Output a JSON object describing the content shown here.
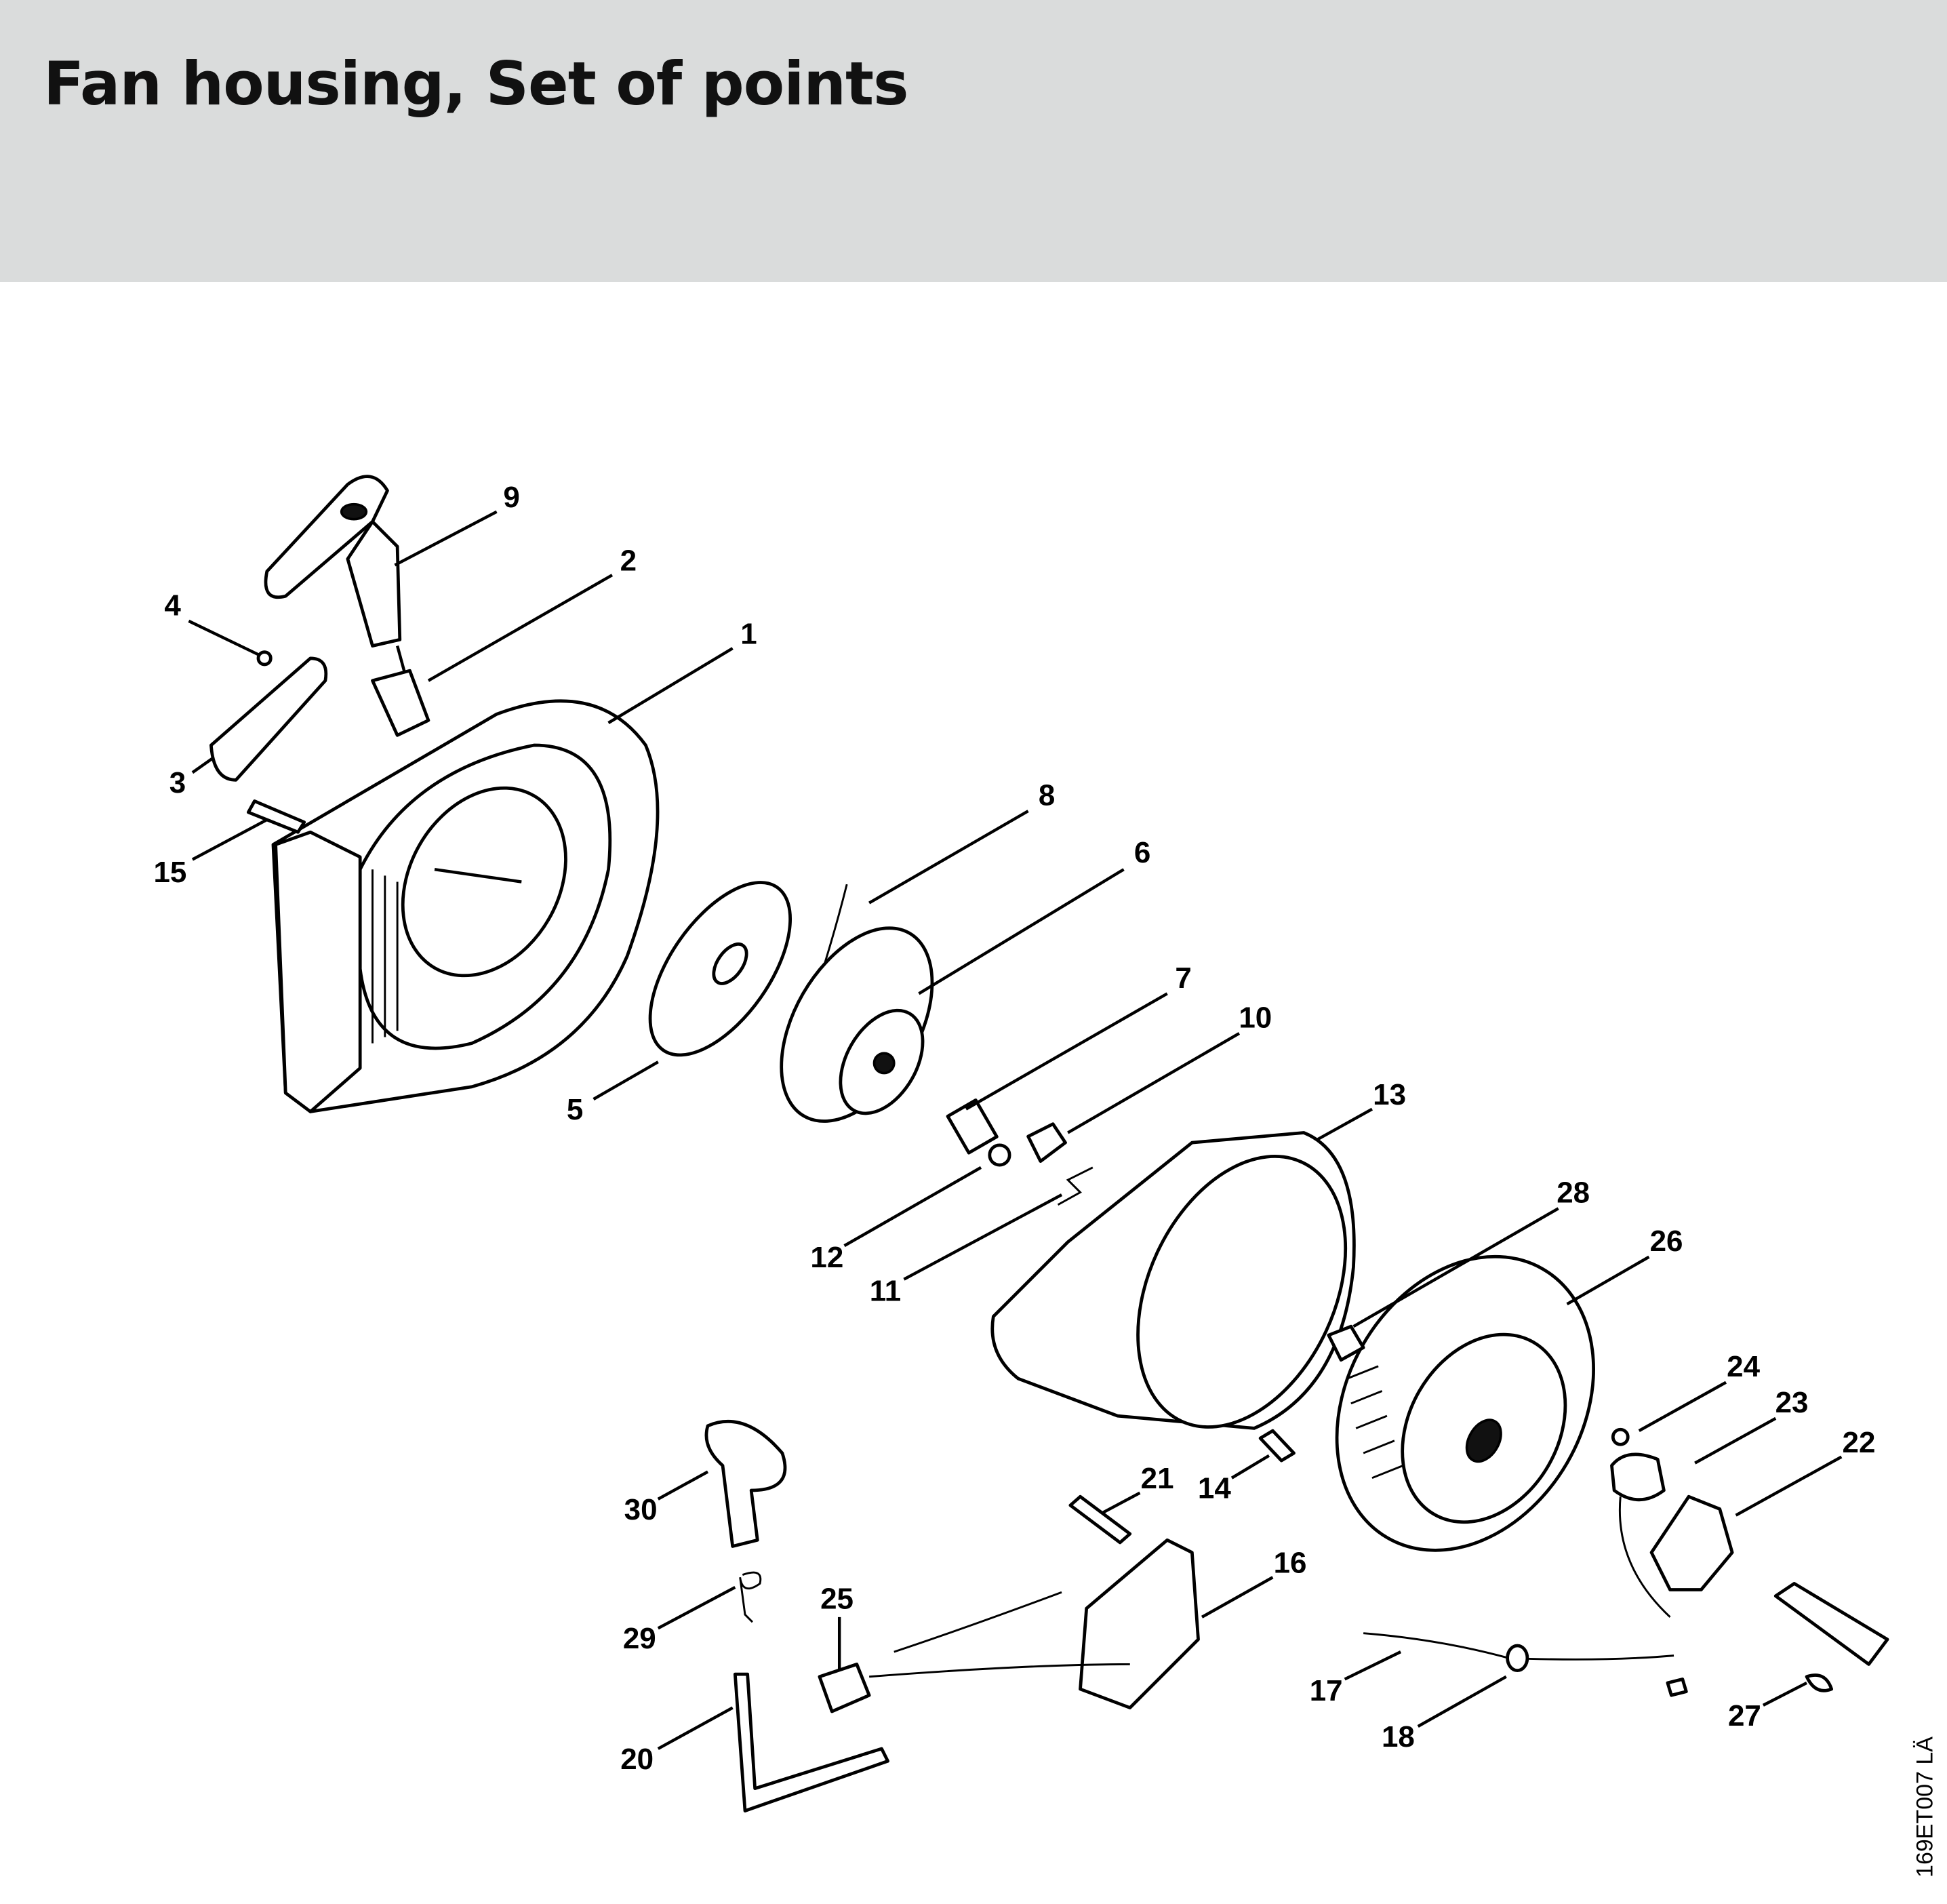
{
  "header": {
    "title": "Fan housing, Set of points"
  },
  "drawing_code": "169ET007 LÄ",
  "callouts": [
    "1",
    "2",
    "3",
    "4",
    "5",
    "6",
    "7",
    "8",
    "9",
    "10",
    "11",
    "12",
    "13",
    "14",
    "15",
    "16",
    "17",
    "18",
    "20",
    "21",
    "22",
    "23",
    "24",
    "25",
    "26",
    "27",
    "28",
    "29",
    "30"
  ]
}
